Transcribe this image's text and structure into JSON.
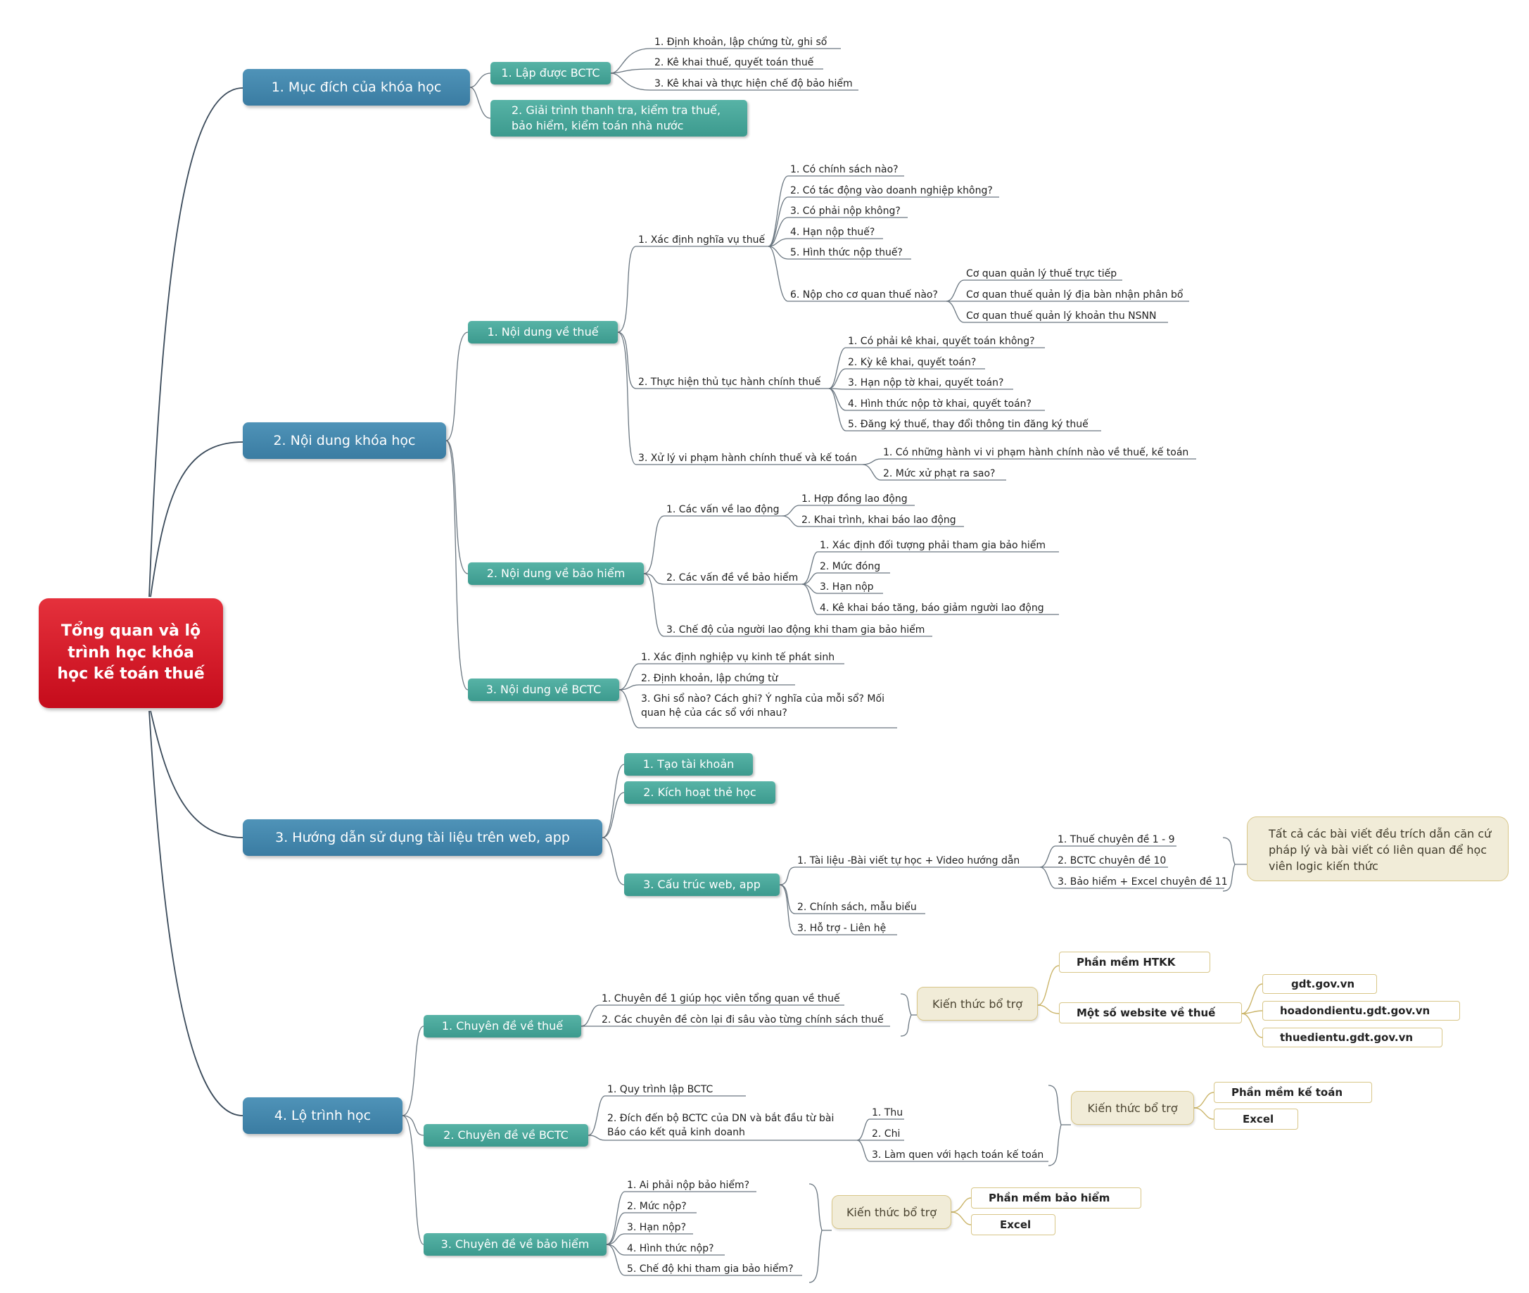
{
  "root": "Tổng quan và lộ trình học khóa học kế toán thuế",
  "b1": {
    "title": "1. Mục đích của khóa học",
    "s1": "1. Lập được BCTC",
    "s1_leaves": [
      "1.  Định khoản, lập chứng từ, ghi sổ",
      "2. Kê khai thuế, quyết toán thuế",
      "3. Kê khai và thực hiện chế độ bảo hiểm"
    ],
    "s2": "2. Giải trình thanh tra, kiểm tra thuế, bảo hiểm, kiểm toán nhà nước"
  },
  "b2": {
    "title": "2. Nội dung khóa học",
    "thue": "1. Nội dung về thuế",
    "xd": "1. Xác định nghĩa vụ thuế",
    "xd_leaves": [
      "1. Có chính sách nào?",
      "2. Có tác động vào doanh nghiệp không?",
      "3. Có phải nộp không?",
      "4. Hạn nộp thuế?",
      "5. Hình thức nộp thuế?"
    ],
    "nop": "6. Nộp cho cơ quan thuế nào?",
    "nop_leaves": [
      "Cơ quan quản lý thuế trực tiếp",
      "Cơ quan thuế quản lý địa bàn nhận phân bổ",
      "Cơ quan thuế quản lý khoản thu NSNN"
    ],
    "th": "2. Thực hiện thủ tục hành chính thuế",
    "th_leaves": [
      "1. Có phải kê khai, quyết toán không?",
      "2. Kỳ kê khai, quyết toán?",
      "3. Hạn nộp tờ khai, quyết toán?",
      "4. Hình thức nộp tờ khai, quyết toán?",
      "5. Đăng ký thuế, thay đổi thông tin đăng ký thuế"
    ],
    "xl": "3. Xử lý vi phạm hành chính thuế và kế toán",
    "xl_leaves": [
      "1. Có những hành vi vi phạm hành chính nào về thuế, kế toán",
      "2. Mức xử phạt ra sao?"
    ],
    "bh": "2. Nội dung về bảo hiểm",
    "ld": "1. Các vấn về lao động",
    "ld_leaves": [
      "1. Hợp đồng lao động",
      "2. Khai trình, khai báo lao động"
    ],
    "bhv": "2. Các vấn đề về bảo hiểm",
    "bhv_leaves": [
      "1. Xác định đối tượng phải tham gia bảo hiểm",
      "2. Mức đóng",
      "3. Hạn nộp",
      "4. Kê khai báo tăng, báo giảm người lao động"
    ],
    "cd": "3. Chế độ của người lao động khi tham gia bảo hiểm",
    "bctc": "3. Nội dung về BCTC",
    "bctc_leaves": [
      "1. Xác định nghiệp vụ kinh tế phát sinh",
      "2. Định khoản, lập chứng từ",
      "3. Ghi sổ nào? Cách ghi? Ý nghĩa của mỗi sổ? Mối quan hệ của các sổ với nhau?"
    ]
  },
  "b3": {
    "title": "3. Hướng dẫn sử dụng tài liệu trên web, app",
    "s1": "1. Tạo tài khoản",
    "s2": "2. Kích hoạt thẻ học",
    "s3": "3. Cấu trúc web, app",
    "tl": "1. Tài liệu -Bài viết tự học + Video hướng dẫn",
    "tl_leaves": [
      "1. Thuế chuyên đề 1 - 9",
      "2. BCTC chuyên đề 10",
      "3. Bảo hiểm + Excel chuyên đề 11"
    ],
    "others": [
      "2. Chính sách, mẫu biểu",
      "3. Hỗ trợ - Liên hệ"
    ],
    "note": "Tất cả các bài viết đều trích dẫn căn cứ pháp lý và bài viết có liên quan để học viên logic kiến thức"
  },
  "b4": {
    "title": "4. Lộ trình học",
    "c1": "1. Chuyên đề về thuế",
    "c1_leaves": [
      "1. Chuyên đề 1 giúp học viên tổng quan về thuế",
      "2. Các chuyên đề còn lại đi sâu vào từng chính sách thuế"
    ],
    "c2": "2. Chuyên đề về BCTC",
    "c2_leaves": [
      "1. Quy trình lập BCTC",
      "2. Đích đến bộ BCTC của DN và bắt đầu từ bài Báo cáo kết quả kinh doanh"
    ],
    "c2_sub": [
      "1. Thu",
      "2. Chi",
      "3. Làm quen với hạch toán kế toán"
    ],
    "c3": "3. Chuyên đề về bảo hiểm",
    "c3_leaves": [
      "1. Ai phải nộp bảo hiểm?",
      "2. Mức nộp?",
      "3. Hạn nộp?",
      "4. Hình thức nộp?",
      "5. Chế độ khi tham gia bảo hiểm?"
    ],
    "kt": "Kiến thức bổ trợ",
    "kt1": [
      "Phần mềm HTKK",
      "Một số website về thuế"
    ],
    "web": [
      "gdt.gov.vn",
      "hoadondientu.gdt.gov.vn",
      "thuedientu.gdt.gov.vn"
    ],
    "kt2": [
      "Phần mềm kế toán",
      "Excel"
    ],
    "kt3": [
      "Phần mềm bảo hiểm",
      "Excel"
    ]
  }
}
